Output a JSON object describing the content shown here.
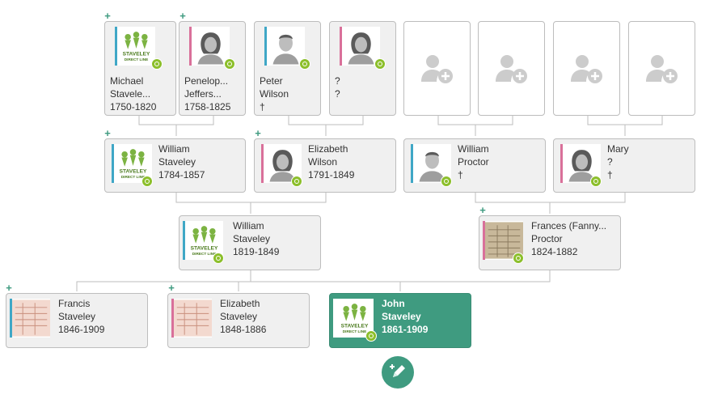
{
  "colors": {
    "accent": "#3f9b80",
    "male": "#3fa7c6",
    "female": "#d9709a",
    "badge": "#8cbf2b"
  },
  "people": {
    "michael": {
      "line1": "Michael",
      "line2": "Stavele...",
      "line3": "1750-1820",
      "photo": "staveley-direct-line-logo"
    },
    "penelope": {
      "line1": "Penelop...",
      "line2": "Jeffers...",
      "line3": "1758-1825",
      "photo": "female-silhouette"
    },
    "peter": {
      "line1": "Peter",
      "line2": "Wilson",
      "line3": "†",
      "photo": "male-silhouette"
    },
    "unknown_wife": {
      "line1": "?",
      "line2": "?",
      "line3": "",
      "photo": "female-silhouette"
    },
    "william1784": {
      "line1": "William",
      "line2": "Staveley",
      "line3": "1784-1857",
      "photo": "staveley-direct-line-logo"
    },
    "elizabeth_wilson": {
      "line1": "Elizabeth",
      "line2": "Wilson",
      "line3": "1791-1849",
      "photo": "female-silhouette"
    },
    "william_proctor": {
      "line1": "William",
      "line2": "Proctor",
      "line3": "†",
      "photo": "male-silhouette"
    },
    "mary": {
      "line1": "Mary",
      "line2": "?",
      "line3": "†",
      "photo": "female-silhouette"
    },
    "william1819": {
      "line1": "William",
      "line2": "Staveley",
      "line3": "1819-1849",
      "photo": "staveley-direct-line-logo"
    },
    "frances": {
      "line1": "Frances (Fanny...",
      "line2": "Proctor",
      "line3": "1824-1882",
      "photo": "document-scan"
    },
    "francis": {
      "line1": "Francis",
      "line2": "Staveley",
      "line3": "1846-1909",
      "photo": "document-scan"
    },
    "elizabeth1848": {
      "line1": "Elizabeth",
      "line2": "Staveley",
      "line3": "1848-1886",
      "photo": "document-scan"
    },
    "john": {
      "line1": "John",
      "line2": "Staveley",
      "line3": "1861-1909",
      "photo": "staveley-direct-line-logo"
    }
  },
  "logo": {
    "line1": "STAVELEY",
    "line2": "DIRECT LINE"
  },
  "icons": {
    "expand": "+",
    "add_person": "add-person-icon",
    "edit": "pencil-plus-icon"
  }
}
